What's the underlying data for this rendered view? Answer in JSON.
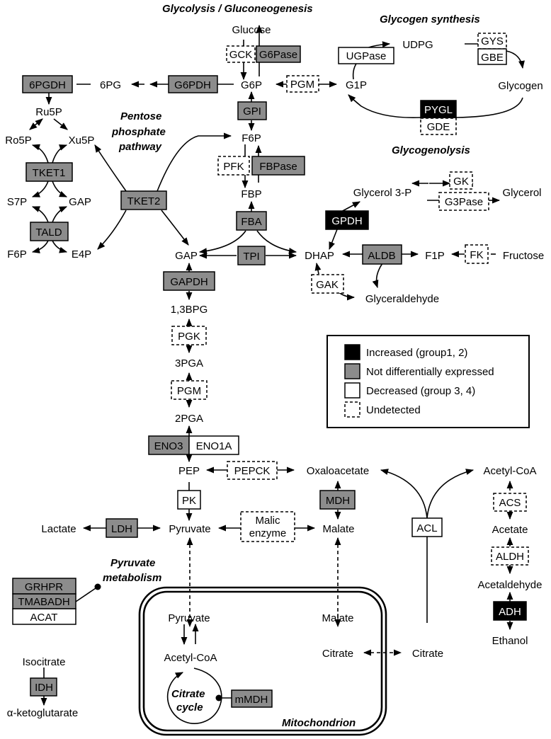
{
  "diagram": {
    "titles": {
      "glycolysis": "Glycolysis / Gluconeogenesis",
      "glycogen_synthesis": "Glycogen synthesis",
      "glycogenolysis": "Glycogenolysis",
      "pentose_line1": "Pentose",
      "pentose_line2": "phosphate",
      "pentose_line3": "pathway",
      "pyruvate_line1": "Pyruvate",
      "pyruvate_line2": "metabolism",
      "citrate_line1": "Citrate",
      "citrate_line2": "cycle",
      "mitochondrion": "Mitochondrion"
    },
    "metabolites": {
      "glucose": "Glucose",
      "g6p": "G6P",
      "g1p": "G1P",
      "udpg": "UDPG",
      "glycogen": "Glycogen",
      "pg6": "6PG",
      "ru5p": "Ru5P",
      "ro5p": "Ro5P",
      "xu5p": "Xu5P",
      "s7p": "S7P",
      "gap_ppp": "GAP",
      "f6p_ppp": "F6P",
      "e4p": "E4P",
      "f6p": "F6P",
      "fbp": "FBP",
      "gap": "GAP",
      "dhap": "DHAP",
      "glycerol3p": "Glycerol 3-P",
      "glycerol": "Glycerol",
      "f1p": "F1P",
      "fructose": "Fructose",
      "glyceraldehyde": "Glyceraldehyde",
      "bpg13": "1,3BPG",
      "pga3": "3PGA",
      "pga2": "2PGA",
      "pep": "PEP",
      "oxaloacetate": "Oxaloacetate",
      "acetylcoa": "Acetyl-CoA",
      "pyruvate": "Pyruvate",
      "lactate": "Lactate",
      "malate": "Malate",
      "acetate": "Acetate",
      "acetaldehyde": "Acetaldehyde",
      "ethanol": "Ethanol",
      "isocitrate": "Isocitrate",
      "akg": "α-ketoglutarate",
      "mito_pyruvate": "Pyruvate",
      "mito_acetylcoa": "Acetyl-CoA",
      "mito_malate": "Malate",
      "mito_citrate": "Citrate",
      "citrate": "Citrate"
    },
    "enzymes": {
      "gck": {
        "label": "GCK",
        "status": "undetected"
      },
      "g6pase": {
        "label": "G6Pase",
        "status": "not_differential"
      },
      "pgm1": {
        "label": "PGM",
        "status": "undetected"
      },
      "ugpase": {
        "label": "UGPase",
        "status": "decreased"
      },
      "gys": {
        "label": "GYS",
        "status": "undetected"
      },
      "gbe": {
        "label": "GBE",
        "status": "decreased"
      },
      "pygl": {
        "label": "PYGL",
        "status": "increased"
      },
      "gde": {
        "label": "GDE",
        "status": "undetected"
      },
      "g6pdh": {
        "label": "G6PDH",
        "status": "not_differential"
      },
      "pgdh6": {
        "label": "6PGDH",
        "status": "not_differential"
      },
      "gpi": {
        "label": "GPI",
        "status": "not_differential"
      },
      "tket1": {
        "label": "TKET1",
        "status": "not_differential"
      },
      "tket2": {
        "label": "TKET2",
        "status": "not_differential"
      },
      "tald": {
        "label": "TALD",
        "status": "not_differential"
      },
      "pfk": {
        "label": "PFK",
        "status": "undetected"
      },
      "fbpase": {
        "label": "FBPase",
        "status": "not_differential"
      },
      "fba": {
        "label": "FBA",
        "status": "not_differential"
      },
      "tpi": {
        "label": "TPI",
        "status": "not_differential"
      },
      "gpdh": {
        "label": "GPDH",
        "status": "increased"
      },
      "gk": {
        "label": "GK",
        "status": "undetected"
      },
      "g3pase": {
        "label": "G3Pase",
        "status": "undetected"
      },
      "aldb": {
        "label": "ALDB",
        "status": "not_differential"
      },
      "fk": {
        "label": "FK",
        "status": "undetected"
      },
      "gak": {
        "label": "GAK",
        "status": "undetected"
      },
      "gapdh": {
        "label": "GAPDH",
        "status": "not_differential"
      },
      "pgk": {
        "label": "PGK",
        "status": "undetected"
      },
      "pgm2": {
        "label": "PGM",
        "status": "undetected"
      },
      "eno3": {
        "label": "ENO3",
        "status": "not_differential"
      },
      "eno1a": {
        "label": "ENO1A",
        "status": "decreased"
      },
      "pepck": {
        "label": "PEPCK",
        "status": "undetected"
      },
      "pk": {
        "label": "PK",
        "status": "decreased"
      },
      "ldh": {
        "label": "LDH",
        "status": "not_differential"
      },
      "malic1": {
        "label": "Malic",
        "status": "undetected"
      },
      "malic2": {
        "label": "enzyme",
        "status": "undetected"
      },
      "mdh": {
        "label": "MDH",
        "status": "not_differential"
      },
      "acl": {
        "label": "ACL",
        "status": "decreased"
      },
      "acs": {
        "label": "ACS",
        "status": "undetected"
      },
      "aldh": {
        "label": "ALDH",
        "status": "undetected"
      },
      "adh": {
        "label": "ADH",
        "status": "increased"
      },
      "grhpr": {
        "label": "GRHPR",
        "status": "not_differential"
      },
      "tmabadh": {
        "label": "TMABADH",
        "status": "not_differential"
      },
      "acat": {
        "label": "ACAT",
        "status": "decreased"
      },
      "idh": {
        "label": "IDH",
        "status": "not_differential"
      },
      "mmdh": {
        "label": "mMDH",
        "status": "not_differential"
      }
    },
    "status_colors": {
      "increased": {
        "fill": "#000000",
        "text": "#ffffff",
        "dashed": false
      },
      "not_differential": {
        "fill": "#8c8c8c",
        "text": "#000000",
        "dashed": false
      },
      "decreased": {
        "fill": "#ffffff",
        "text": "#000000",
        "dashed": false
      },
      "undetected": {
        "fill": "#ffffff",
        "text": "#000000",
        "dashed": true
      }
    },
    "legend": {
      "items": [
        {
          "status": "increased",
          "label": "Increased (group1, 2)"
        },
        {
          "status": "not_differential",
          "label": "Not differentially expressed"
        },
        {
          "status": "decreased",
          "label": "Decreased (group 3, 4)"
        },
        {
          "status": "undetected",
          "label": "Undetected"
        }
      ]
    }
  }
}
